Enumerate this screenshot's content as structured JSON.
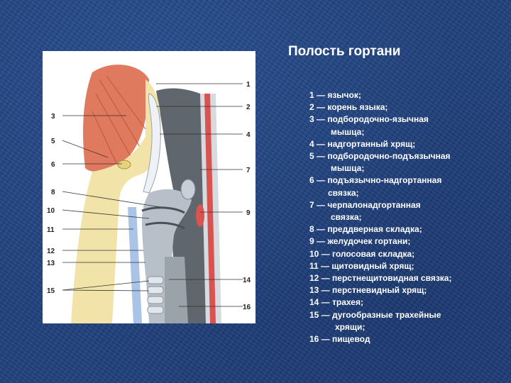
{
  "title": "Полость гортани",
  "callout_numbers": [
    "1",
    "2",
    "3",
    "4",
    "5",
    "6",
    "7",
    "8",
    "9",
    "10",
    "11",
    "12",
    "13",
    "14",
    "15",
    "16"
  ],
  "legend": [
    {
      "first": "1 — язычок;",
      "cont": ""
    },
    {
      "first": "2 — корень языка;",
      "cont": ""
    },
    {
      "first": "3 — подбородочно-язычная",
      "cont": "мышца;"
    },
    {
      "first": "4 — надгортанный хрящ;",
      "cont": ""
    },
    {
      "first": "5 — подбородочно-подъязычная",
      "cont": "мышца;"
    },
    {
      "first": "6 — подъязычно-надгортанная",
      "cont": "связка;"
    },
    {
      "first": "7 — черпалонадгортанная",
      "cont": "связка;"
    },
    {
      "first": "8 — преддверная складка;",
      "cont": ""
    },
    {
      "first": "9 — желудочек гортани;",
      "cont": ""
    },
    {
      "first": "10 — голосовая складка;",
      "cont": ""
    },
    {
      "first": "11 — щитовидный хрящ;",
      "cont": ""
    },
    {
      "first": "12 — перстнещитовидная связка;",
      "cont": ""
    },
    {
      "first": "13 — перстневидный хрящ;",
      "cont": ""
    },
    {
      "first": "14 — трахея;",
      "cont": ""
    },
    {
      "first": "15 — дугообразные трахейные",
      "cont": "хрящи;"
    },
    {
      "first": "16 — пищевод",
      "cont": ""
    }
  ],
  "colors": {
    "background": "#21427f",
    "muscle": "#e07a5f",
    "cartilage": "#f2e4a8",
    "mucosa": "#c8cfd8",
    "cavity": "#8e969e",
    "accent_red": "#d9534f"
  }
}
